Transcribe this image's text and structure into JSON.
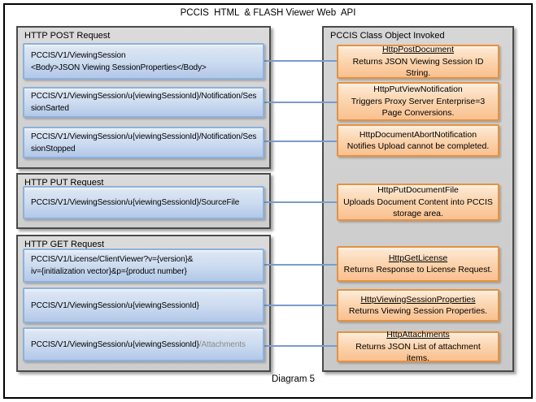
{
  "title": "PCCIS  HTML  & FLASH Viewer Web  API",
  "footer": "Diagram 5",
  "colors": {
    "request_border": "#8cb1dd",
    "class_border": "#e8913c",
    "connector": "#7a9cc9"
  },
  "left_groups": [
    {
      "label": "HTTP POST Request",
      "requests": [
        {
          "lines": [
            "PCCIS/V1/ViewingSession",
            "<Body>JSON Viewing SessionProperties</Body>"
          ]
        },
        {
          "lines": [
            "PCCIS/V1/ViewingSession/u{viewingSessionId}/Notification/Ses",
            "sionSarted"
          ]
        },
        {
          "lines": [
            "PCCIS/V1/ViewingSession/u{viewingSessionId}/Notification/Ses",
            "sionStopped"
          ]
        }
      ]
    },
    {
      "label": "HTTP PUT Request",
      "requests": [
        {
          "lines": [
            "PCCIS/V1/ViewingSession/u{viewingSessionId}/SourceFile"
          ]
        }
      ]
    },
    {
      "label": "HTTP GET Request",
      "requests": [
        {
          "lines": [
            "PCCIS/V1/License/ClientViewer?v={version}&",
            "iv={initialization vector}&p={product number}"
          ]
        },
        {
          "lines": [
            "PCCIS/V1/ViewingSession/u{viewingSessionId}"
          ]
        },
        {
          "lines": [
            "PCCIS/V1/ViewingSession/u{viewingSessionId}"
          ],
          "suffix_muted": "/Attachments"
        }
      ]
    }
  ],
  "right_panel": {
    "label": "PCCIS Class Object Invoked",
    "classes": [
      {
        "name": "HttpPostDocument",
        "desc": "Returns JSON Viewing Session ID String."
      },
      {
        "name": "HttpPutViewNotification",
        "desc": "Triggers Proxy Server Enterprise=3 Page Conversions."
      },
      {
        "name": "HttpDocumentAbortNotification",
        "desc": "Notifies Upload cannot be completed."
      },
      {
        "name": "HttpPutDocumentFile",
        "desc": "Uploads Document Content into PCCIS storage area."
      },
      {
        "name": "HttpGetLicense",
        "desc": "Returns Response to License Request."
      },
      {
        "name": "HttpViewingSessionProperties",
        "desc": "Returns Viewing Session Properties."
      },
      {
        "name": "HttpAttachments",
        "desc": "Returns JSON List of attachment items."
      }
    ]
  }
}
